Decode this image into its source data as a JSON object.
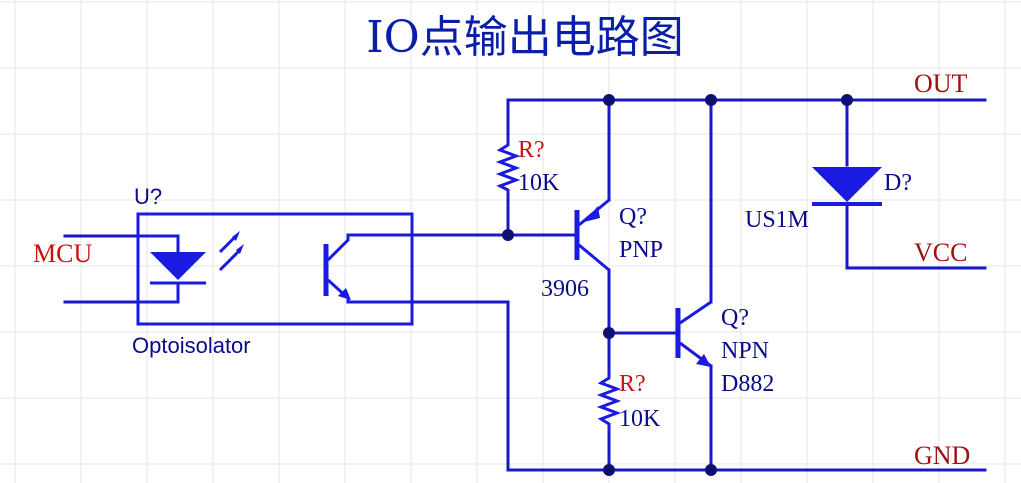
{
  "title": "IO点输出电路图",
  "nets": {
    "out": "OUT",
    "vcc": "VCC",
    "gnd": "GND",
    "mcu": "MCU"
  },
  "optoisolator": {
    "designator": "U?",
    "name": "Optoisolator"
  },
  "resistor_top": {
    "designator": "R?",
    "value": "10K"
  },
  "resistor_bottom": {
    "designator": "R?",
    "value": "10K"
  },
  "pnp": {
    "designator": "Q?",
    "type": "PNP",
    "part": "3906"
  },
  "npn": {
    "designator": "Q?",
    "type": "NPN",
    "part": "D882"
  },
  "diode": {
    "designator": "D?",
    "part": "US1M"
  },
  "colors": {
    "wire": "#1818c8",
    "component": "#1a1ae0",
    "designator": "#cc1111",
    "net": "#a01010",
    "text": "#0a0a8a",
    "grid": "#e6e6e6"
  }
}
